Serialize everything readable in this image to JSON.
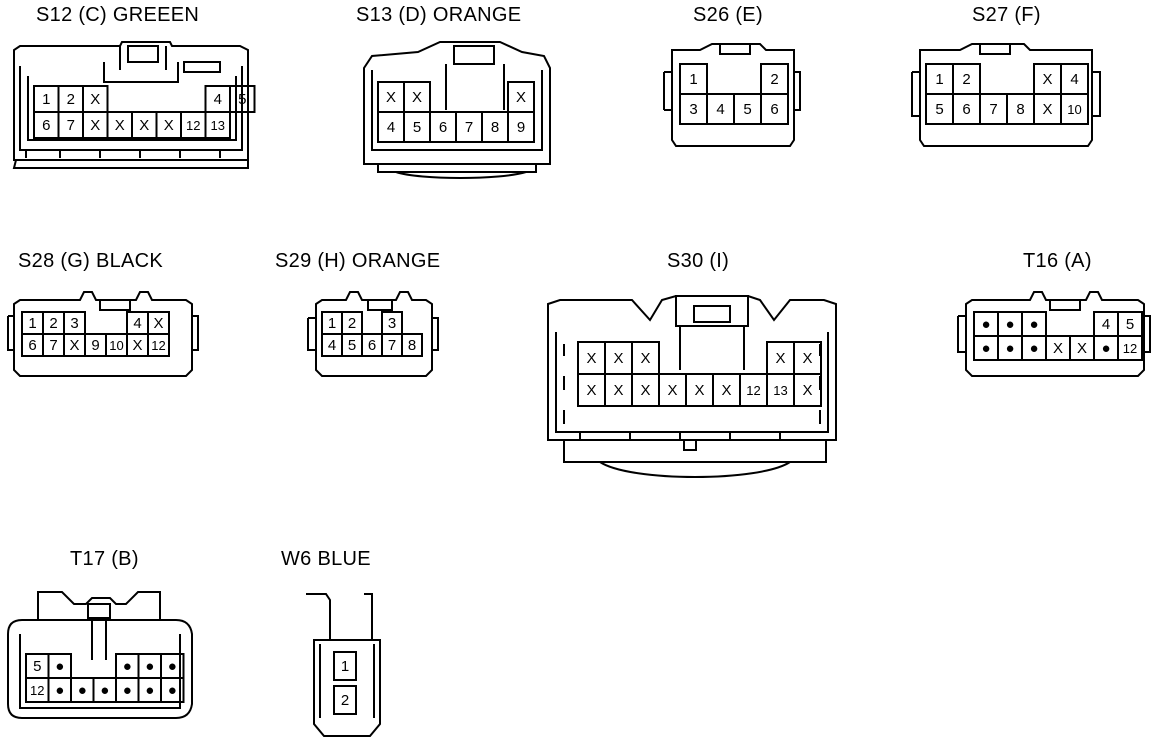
{
  "connectors": [
    {
      "id": "s12",
      "title": "S12 (C)  GREEEN",
      "rows": [
        [
          "1",
          "2",
          "X",
          "",
          "",
          "",
          "",
          "4",
          "5"
        ],
        [
          "6",
          "7",
          "X",
          "X",
          "X",
          "X",
          "12",
          "13"
        ]
      ]
    },
    {
      "id": "s13",
      "title": "S13 (D)  ORANGE",
      "rows": [
        [
          "X",
          "X",
          "",
          "",
          "",
          "X"
        ],
        [
          "4",
          "5",
          "6",
          "7",
          "8",
          "9"
        ]
      ]
    },
    {
      "id": "s26",
      "title": "S26 (E)",
      "rows": [
        [
          "1",
          "",
          "",
          "2"
        ],
        [
          "3",
          "4",
          "5",
          "6"
        ]
      ]
    },
    {
      "id": "s27",
      "title": "S27 (F)",
      "rows": [
        [
          "1",
          "2",
          "",
          "",
          "X",
          "4"
        ],
        [
          "5",
          "6",
          "7",
          "8",
          "X",
          "10"
        ]
      ]
    },
    {
      "id": "s28",
      "title": "S28  (G)  BLACK",
      "rows": [
        [
          "1",
          "2",
          "3",
          "",
          "",
          "4",
          "X"
        ],
        [
          "6",
          "7",
          "X",
          "9",
          "10",
          "X",
          "12"
        ]
      ]
    },
    {
      "id": "s29",
      "title": "S29 (H)  ORANGE",
      "rows": [
        [
          "1",
          "2",
          "",
          "3"
        ],
        [
          "4",
          "5",
          "6",
          "7",
          "8"
        ]
      ]
    },
    {
      "id": "s30",
      "title": "S30 (I)",
      "rows": [
        [
          "X",
          "X",
          "X",
          "",
          "",
          "",
          "",
          "X",
          "X"
        ],
        [
          "X",
          "X",
          "X",
          "X",
          "X",
          "X",
          "12",
          "13",
          "X"
        ]
      ]
    },
    {
      "id": "t16",
      "title": "T16 (A)",
      "rows": [
        [
          "●",
          "●",
          "●",
          "",
          "",
          "4",
          "5"
        ],
        [
          "●",
          "●",
          "●",
          "X",
          "X",
          "●",
          "12"
        ]
      ]
    },
    {
      "id": "t17",
      "title": "T17 (B)",
      "rows": [
        [
          "5",
          "●",
          "",
          "",
          "●",
          "●",
          "●"
        ],
        [
          "12",
          "●",
          "●",
          "●",
          "●",
          "●",
          "●"
        ]
      ]
    },
    {
      "id": "w6",
      "title": "W6  BLUE",
      "rows": [
        [
          "1"
        ],
        [
          "2"
        ]
      ]
    }
  ]
}
